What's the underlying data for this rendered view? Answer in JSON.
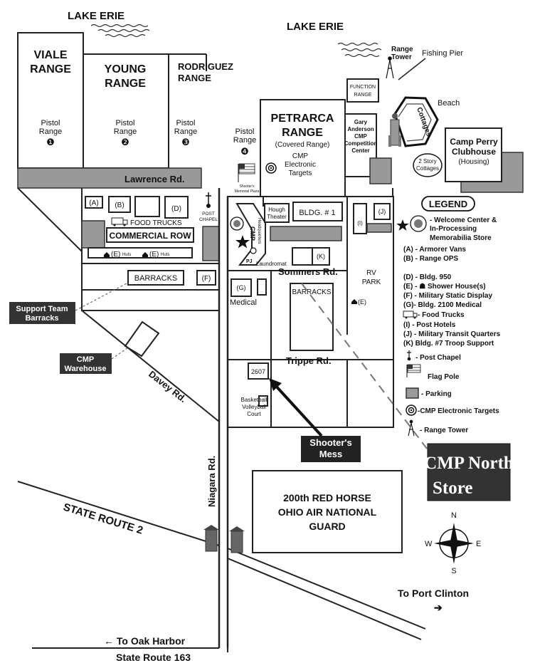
{
  "water": {
    "lake_west": "LAKE ERIE",
    "lake_east": "LAKE ERIE"
  },
  "ranges": {
    "viale": [
      "VIALE",
      "RANGE"
    ],
    "young": [
      "YOUNG",
      "RANGE"
    ],
    "rodriguez": [
      "RODRIGUEZ",
      "RANGE"
    ],
    "petrarca": [
      "PETRARCA",
      "RANGE",
      "(Covered Range)"
    ],
    "pistol": [
      "Pistol",
      "Range"
    ],
    "pistol_numbers": [
      "❶",
      "❷",
      "❸",
      "❹"
    ],
    "function": [
      "FUNCTION",
      "RANGE"
    ],
    "gary_anderson": [
      "Gary",
      "Anderson",
      "CMP",
      "Competition",
      "Center"
    ],
    "cmp_targets": [
      "CMP",
      "Electronic",
      "Targets"
    ]
  },
  "landmarks": {
    "range_tower": [
      "Range",
      "Tower"
    ],
    "fishing_pier": "Fishing Pier",
    "beach": "Beach",
    "cottages": "Cottages",
    "two_story": [
      "2 Story",
      "Cottages"
    ],
    "clubhouse": [
      "Camp Perry",
      "Clubhouse",
      "(Housing)"
    ],
    "memorial": [
      "Shooter's",
      "Memorial Plaza"
    ]
  },
  "roads": {
    "lawrence": "Lawrence Rd.",
    "sommers": "Sommers Rd.",
    "trippe": "Trippe Rd.",
    "davey": "Davey Rd.",
    "niagara": "Niagara Rd.",
    "sr2": "STATE ROUTE 2",
    "to_port_clinton": "To Port Clinton",
    "to_oak_harbor": "← To Oak Harbor",
    "sr163": "State Route 163"
  },
  "west_area": {
    "a": "(A)",
    "b": "(B)",
    "d": "(D)",
    "food_trucks": "FOOD TRUCKS",
    "commercial_row": "COMMERCIAL ROW",
    "huts_e": "(E)",
    "huts_word": "Huts",
    "post_chapel": [
      "POST",
      "CHAPEL"
    ],
    "barracks": "BARRACKS",
    "f": "(F)",
    "support_team": [
      "Support Team",
      "Barracks"
    ],
    "warehouse": [
      "CMP",
      "Warehouse"
    ]
  },
  "main_area": {
    "hough": [
      "Hough",
      "Theater"
    ],
    "bldg1": "BLDG. # 1",
    "i": "(I)",
    "j": "(J)",
    "k": "(K)",
    "g": "(G)",
    "cmp_hq": [
      "CMP",
      "Headquarters"
    ],
    "laundromat": "Laundromat",
    "medical": "Medical",
    "barracks": "BARRACKS",
    "rv_park": [
      "RV",
      "PARK"
    ],
    "e": "(E)",
    "bldg_2607": "2607",
    "basketball": [
      "Basketball",
      "Volleyball",
      "Court"
    ],
    "shooters_mess": [
      "Shooter's",
      "Mess"
    ],
    "red_horse": [
      "200th  RED HORSE",
      "OHIO AIR NATIONAL",
      "GUARD"
    ]
  },
  "north_store": [
    "CMP North",
    "Store"
  ],
  "compass": {
    "n": "N",
    "s": "S",
    "e": "E",
    "w": "W"
  },
  "legend": {
    "title": "LEGEND",
    "items": [
      "- Welcome Center &",
      "In-Processing",
      "Memorabilia Store",
      "(A) - Armorer Vans",
      "(B) - Range OPS",
      "(D) - Bldg. 950",
      "(E) - ☗ Shower House(s)",
      "(F) - Military Static Display",
      "(G)- Bldg. 2100 Medical",
      "- Food Trucks",
      "(I) - Post Hotels",
      "(J) - Military Transit Quarters",
      "(K) Bldg. #7 Troop Support",
      "- Post Chapel",
      "Flag Pole",
      "- Parking",
      "-CMP Electronic Targets",
      "- Range Tower"
    ]
  },
  "colors": {
    "parking": "#999999",
    "label_box": "#333333",
    "ink": "#111111"
  }
}
